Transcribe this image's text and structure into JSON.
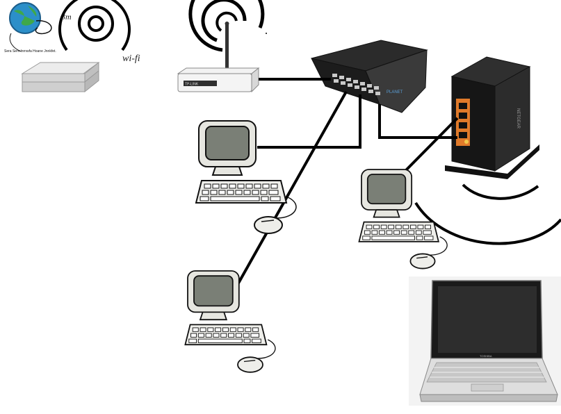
{
  "labels": {
    "modem_brand": "3m",
    "wifi": "wi-fi",
    "globe_caption": "Sera Serv lnrnwfa Hoane Jnnkfet.",
    "router_brand": "TP-LINK",
    "switch_brand": "PLANET",
    "netgear_brand": "NETGEAR",
    "laptop_brand": "TOSHIBA"
  },
  "colors": {
    "cable": "#000000",
    "screen": "#7a7f76",
    "monitor_body": "#e8e8e2",
    "port_orange": "#e07a2a"
  },
  "icons": [
    "globe-icon",
    "antenna-icon",
    "monitor-icon",
    "keyboard-icon",
    "mouse-icon",
    "laptop-icon"
  ]
}
